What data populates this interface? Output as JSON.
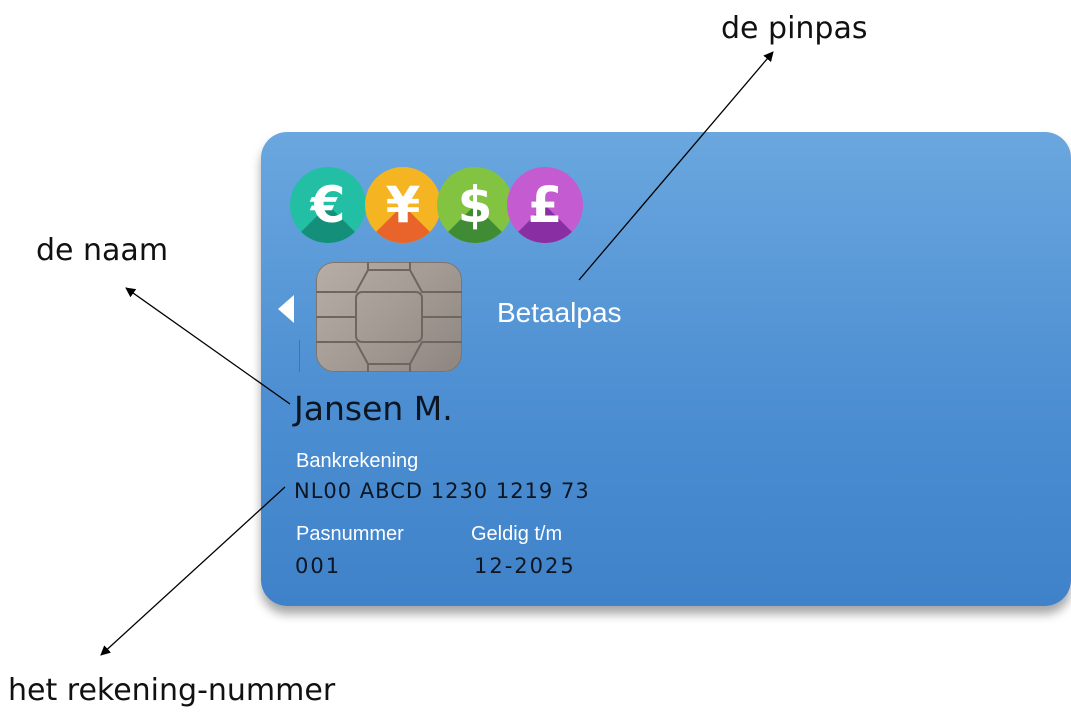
{
  "labels": {
    "pinpas": "de pinpas",
    "naam": "de naam",
    "rekeningnummer": "het rekening-nummer"
  },
  "card": {
    "currency_icons": [
      {
        "symbol": "€",
        "icon": "euro-coin-icon",
        "color": "#22bfa5"
      },
      {
        "symbol": "¥",
        "icon": "yen-coin-icon",
        "color": "#f5b422"
      },
      {
        "symbol": "$",
        "icon": "dollar-coin-icon",
        "color": "#82c341"
      },
      {
        "symbol": "£",
        "icon": "pound-coin-icon",
        "color": "#c55bd0"
      }
    ],
    "type_label": "Betaalpas",
    "holder_name": "Jansen M.",
    "account_label": "Bankrekening",
    "account_number": "NL00  ABCD 1230 1219 73",
    "card_number_label": "Pasnummer",
    "card_number": "001",
    "valid_label": "Geldig t/m",
    "valid_until": "12-2025",
    "card_color": "#4d8fd2",
    "chip_icon": "chip-icon"
  }
}
